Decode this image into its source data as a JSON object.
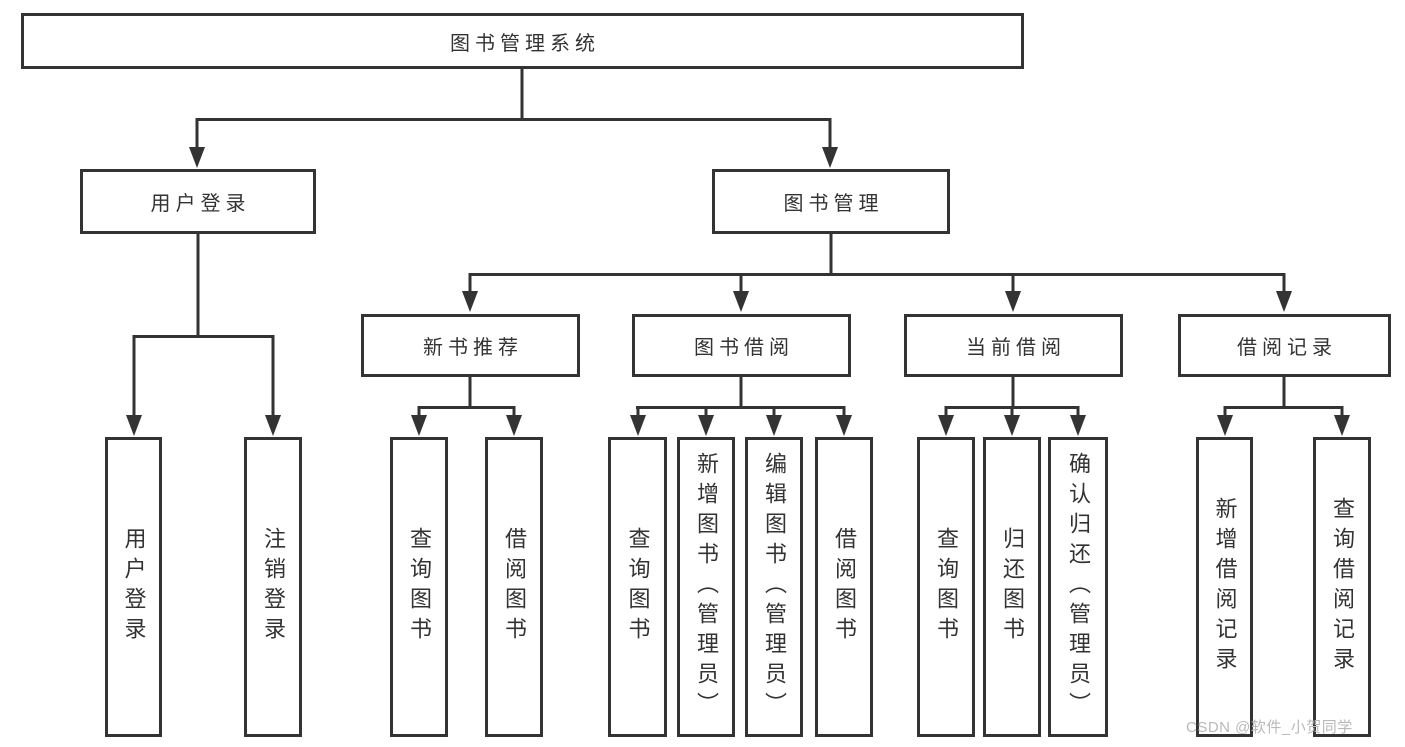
{
  "diagram_title": "图书管理系统",
  "tree": {
    "label": "图书管理系统",
    "children": [
      {
        "label": "用户登录",
        "children": [
          {
            "label": "用户登录",
            "orientation": "vertical"
          },
          {
            "label": "注销登录",
            "orientation": "vertical"
          }
        ]
      },
      {
        "label": "图书管理",
        "children": [
          {
            "label": "新书推荐",
            "children": [
              {
                "label": "查询图书",
                "orientation": "vertical"
              },
              {
                "label": "借阅图书",
                "orientation": "vertical"
              }
            ]
          },
          {
            "label": "图书借阅",
            "children": [
              {
                "label": "查询图书",
                "orientation": "vertical"
              },
              {
                "label": "新增图书（管理员）",
                "orientation": "vertical"
              },
              {
                "label": "编辑图书（管理员）",
                "orientation": "vertical"
              },
              {
                "label": "借阅图书",
                "orientation": "vertical"
              }
            ]
          },
          {
            "label": "当前借阅",
            "children": [
              {
                "label": "查询图书",
                "orientation": "vertical"
              },
              {
                "label": "归还图书",
                "orientation": "vertical"
              },
              {
                "label": "确认归还（管理员）",
                "orientation": "vertical"
              }
            ]
          },
          {
            "label": "借阅记录",
            "children": [
              {
                "label": "新增借阅记录",
                "orientation": "vertical"
              },
              {
                "label": "查询借阅记录",
                "orientation": "vertical"
              }
            ]
          }
        ]
      }
    ]
  },
  "watermark": {
    "text": "CSDN @软件_小贺同学",
    "color": "#b9b9b9"
  },
  "colors": {
    "line": "#333333",
    "box_border": "#333333",
    "text": "#333333",
    "background": "#ffffff",
    "watermark": "#b9b9b9"
  }
}
